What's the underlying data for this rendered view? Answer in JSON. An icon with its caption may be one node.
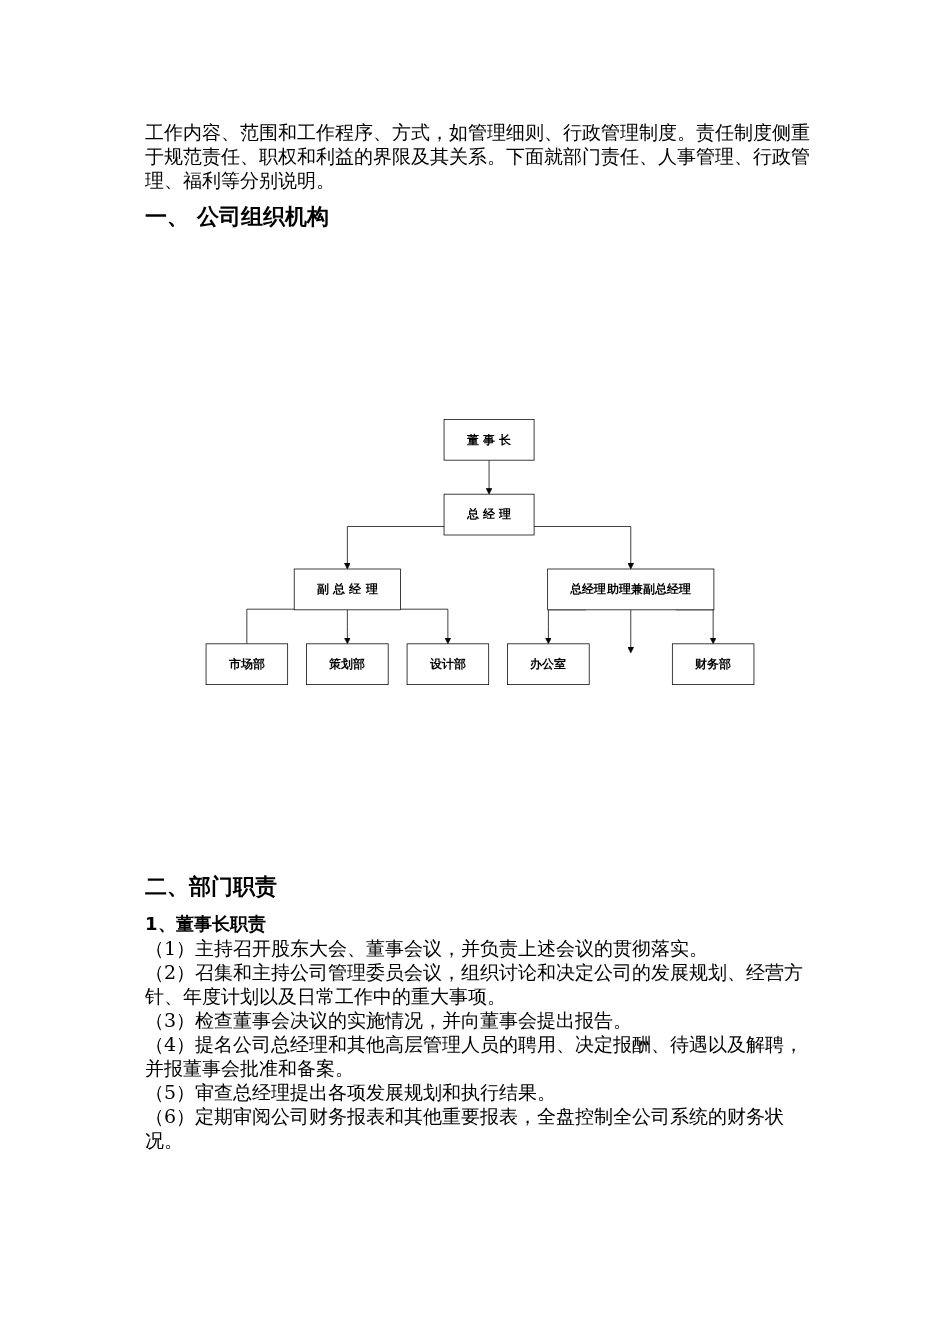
{
  "diagram": {
    "nodes": [
      {
        "text": [
          "董 事 长"
        ]
      },
      {
        "text": [
          "总 经 理"
        ]
      },
      {
        "text": [
          "副 总 经 理"
        ]
      },
      {
        "text": [
          "总经理助理兼副总经理"
        ]
      },
      {
        "text": [
          "市场部"
        ]
      },
      {
        "text": [
          "策划部"
        ]
      },
      {
        "text": [
          "设计部"
        ]
      },
      {
        "text": [
          "办公室"
        ]
      },
      {
        "text": [
          "财务部"
        ]
      }
    ],
    "edges": [
      {
        "from": 0,
        "to": 1,
        "arrow": "to"
      },
      {
        "from": 1,
        "to": 2,
        "arrow": "to"
      },
      {
        "from": 1,
        "to": 3,
        "arrow": "to"
      },
      {
        "from": 2,
        "to": 4,
        "arrow": "none"
      },
      {
        "from": 2,
        "to": 5,
        "arrow": "to"
      },
      {
        "from": 2,
        "to": 6,
        "arrow": "to"
      },
      {
        "from": 3,
        "to": 7,
        "arrow": "to"
      },
      {
        "from": 3,
        "to": null,
        "arrow": "to"
      },
      {
        "from": 3,
        "to": 8,
        "arrow": "to"
      }
    ],
    "labels": [
      "工作内容、范围和工作程序、方式，如管理细则、行政管理制度。责任制度侧重于规范责任、职权和利益的界限及其关系。下面就部门责任、人事管理、行政管理、福利等分别说明。",
      "一、 公司组织机构",
      "二、部门职责",
      "1、董事长职责",
      "（1）主持召开股东大会、董事会议，并负责上述会议的贯彻落实。",
      "（2）召集和主持公司管理委员会议，组织讨论和决定公司的发展规划、经营方针、年度计划以及日常工作中的重大事项。",
      "（3）检查董事会决议的实施情况，并向董事会提出报告。",
      "（4）提名公司总经理和其他高层管理人员的聘用、决定报酬、待遇以及解聘，并报董事会批准和备案。",
      "（5）审查总经理提出各项发展规划和执行结果。",
      "（6）定期审阅公司财务报表和其他重要报表，全盘控制全公司系统的财务状况。"
    ]
  }
}
